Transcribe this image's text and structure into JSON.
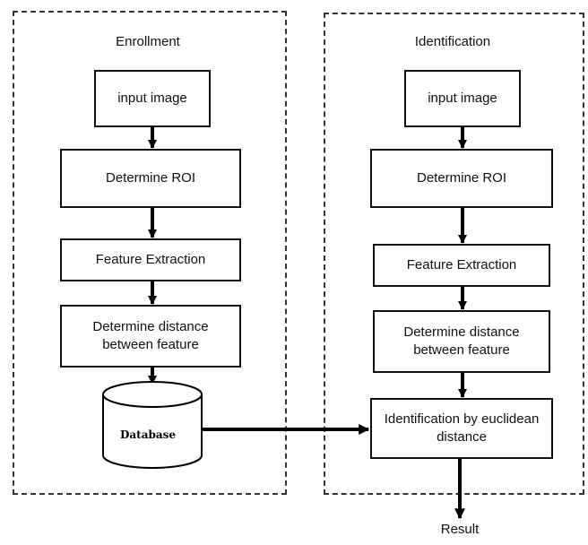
{
  "enrollment": {
    "title": "Enrollment",
    "steps": {
      "input": "input image",
      "roi": "Determine ROI",
      "feature": "Feature Extraction",
      "distance": "Determine distance between feature"
    },
    "database": "Database"
  },
  "identification": {
    "title": "Identification",
    "steps": {
      "input": "input image",
      "roi": "Determine ROI",
      "feature": "Feature Extraction",
      "distance": "Determine distance between feature",
      "identify": "Identification by euclidean distance"
    }
  },
  "result": "Result"
}
